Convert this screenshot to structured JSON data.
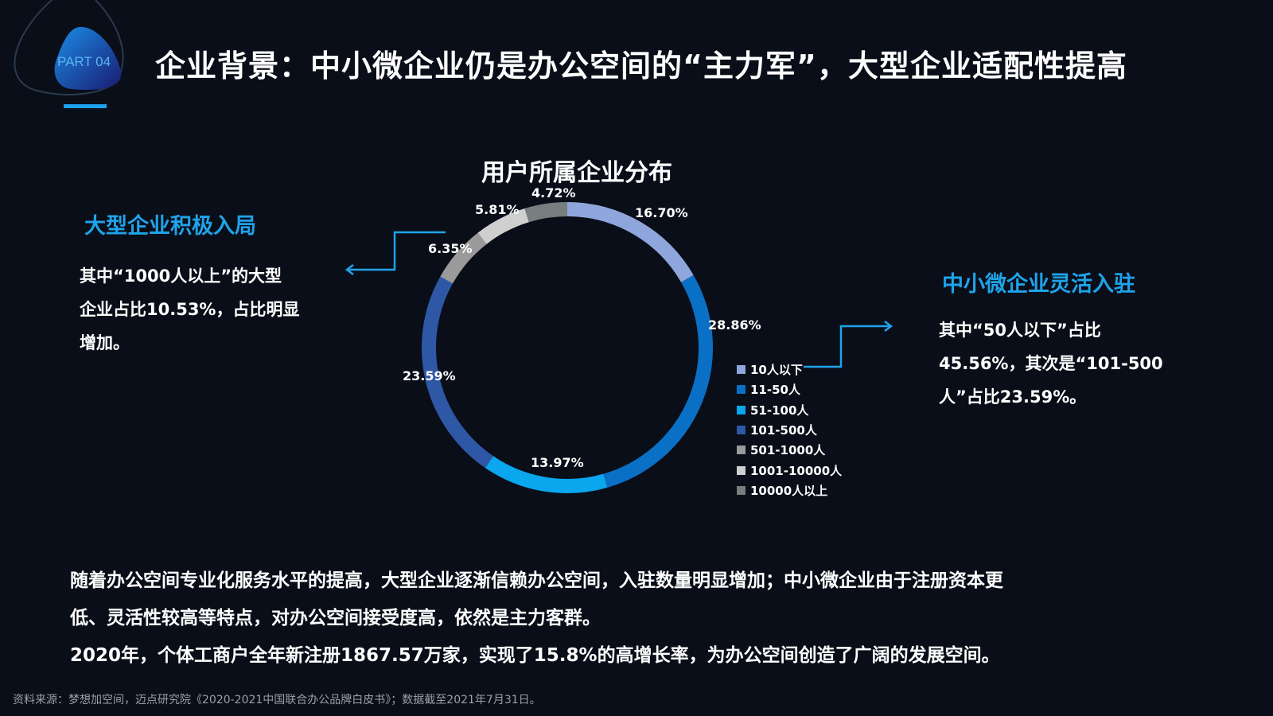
{
  "header": {
    "part": "PART 04",
    "title": "企业背景：中小微企业仍是办公空间的“主力军”，大型企业适配性提高"
  },
  "left": {
    "heading": "大型企业积极入局",
    "text": [
      "其中“1000人以上”的大型",
      "企业占比10.53%，占比明显",
      "增加。"
    ]
  },
  "right": {
    "heading": "中小微企业灵活入驻",
    "text": [
      "其中“50人以下”占比",
      "45.56%，其次是“101-500",
      "人”占比23.59%。"
    ]
  },
  "chart_data": {
    "type": "pie",
    "donut": true,
    "title": "用户所属企业分布",
    "legend_position": "right",
    "categories": [
      "10人以下",
      "11-50人",
      "51-100人",
      "101-500人",
      "501-1000人",
      "1001-10000人",
      "10000人以上"
    ],
    "values": [
      16.7,
      28.86,
      13.97,
      23.59,
      6.35,
      5.81,
      4.72
    ],
    "labels": [
      "16.70%",
      "28.86%",
      "13.97%",
      "23.59%",
      "6.35%",
      "5.81%",
      "4.72%"
    ],
    "colors": [
      "#8ea6dc",
      "#0a70c6",
      "#0aa6ee",
      "#2e57a6",
      "#9a9a9a",
      "#cfcfcf",
      "#787d7e"
    ]
  },
  "body": [
    "随着办公空间专业化服务水平的提高，大型企业逐渐信赖办公空间，入驻数量明显增加；中小微企业由于注册资本更",
    "低、灵活性较高等特点，对办公空间接受度高，依然是主力客群。",
    "2020年，个体工商户全年新注册1867.57万家，实现了15.8%的高增长率，为办公空间创造了广阔的发展空间。"
  ],
  "source": "资料来源：梦想加空间，迈点研究院《2020-2021中国联合办公品牌白皮书》；数据截至2021年7月31日。"
}
